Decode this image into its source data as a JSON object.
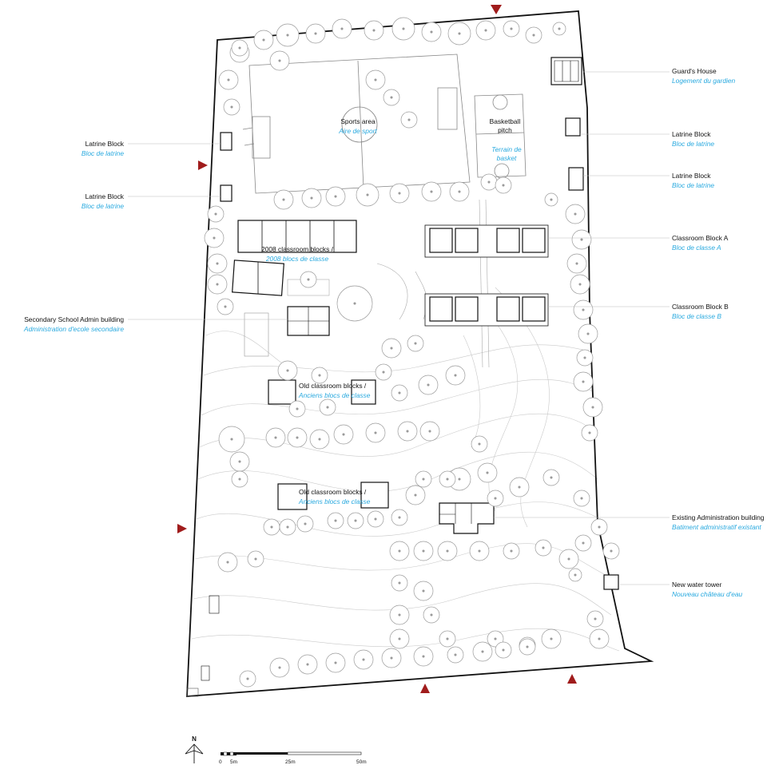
{
  "colors": {
    "label_en": "#111111",
    "label_fr": "#29a9df",
    "entrance": "#a01c1c",
    "linework": "#222222",
    "trees": "#9a9a9a"
  },
  "labels": {
    "guards_house": {
      "en": "Guard's House",
      "fr": "Logement du gardien"
    },
    "latrine_left_1": {
      "en": "Latrine Block",
      "fr": "Bloc de latrine"
    },
    "latrine_left_2": {
      "en": "Latrine Block",
      "fr": "Bloc de latrine"
    },
    "latrine_right_1": {
      "en": "Latrine Block",
      "fr": "Bloc de latrine"
    },
    "latrine_right_2": {
      "en": "Latrine Block",
      "fr": "Bloc de latrine"
    },
    "sports_area": {
      "en": "Sports area",
      "fr": "Aire de sport"
    },
    "basketball": {
      "en_1": "Basketball",
      "en_2": "pitch",
      "fr_1": "Terrain de",
      "fr_2": "basket"
    },
    "classroom_a": {
      "en": "Classroom Block A",
      "fr": "Bloc de classe A"
    },
    "classroom_b": {
      "en": "Classroom Block B",
      "fr": "Bloc de classe B"
    },
    "blocks_2008": {
      "en": "2008 classroom blocks /",
      "fr": "2008 blocs de classe"
    },
    "secondary_admin": {
      "en": "Secondary School Admin building",
      "fr": "Administration d'ecole secondaire"
    },
    "old_blocks_1": {
      "en": "Old classroom blocks /",
      "fr": "Anciens blocs de classe"
    },
    "old_blocks_2": {
      "en": "Old classroom blocks /",
      "fr": "Anciens blocs de classe"
    },
    "existing_admin": {
      "en": "Existing Administration building",
      "fr": "Batiment administratif existant"
    },
    "water_tower": {
      "en": "New water tower",
      "fr": "Nouveau château d'eau"
    }
  },
  "north_arrow": {
    "label": "N",
    "icon": "north-arrow-icon"
  },
  "scale_bar": {
    "ticks": [
      "0",
      "5m",
      "25m",
      "50m"
    ]
  },
  "entrance_markers": {
    "icon": "entrance-triangle-icon",
    "count": 5
  }
}
